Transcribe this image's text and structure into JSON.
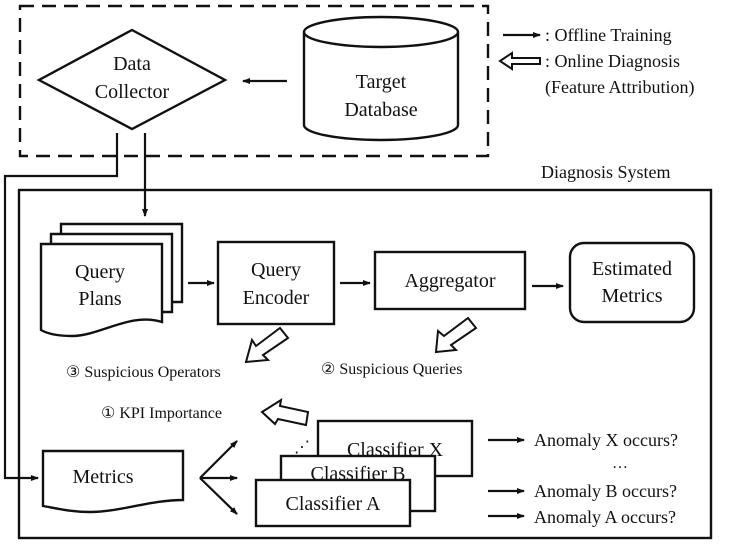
{
  "legend": {
    "offline_training": ": Offline Training",
    "online_diagnosis": ": Online Diagnosis",
    "feature_attribution": "(Feature Attribution)"
  },
  "environment": {
    "data_collector_line1": "Data",
    "data_collector_line2": "Collector",
    "target_database_line1": "Target",
    "target_database_line2": "Database"
  },
  "system": {
    "title": "Diagnosis System",
    "query_plans_line1": "Query",
    "query_plans_line2": "Plans",
    "query_encoder_line1": "Query",
    "query_encoder_line2": "Encoder",
    "aggregator": "Aggregator",
    "estimated_metrics_line1": "Estimated",
    "estimated_metrics_line2": "Metrics",
    "suspicious_operators": "③ Suspicious Operators",
    "suspicious_queries": "② Suspicious Queries",
    "kpi_importance": "① KPI Importance",
    "metrics": "Metrics",
    "classifier_x": "Classifier X",
    "classifier_b": "Classifier B",
    "classifier_a": "Classifier A",
    "ellipsis": "…",
    "anomaly_x": "Anomaly X occurs?",
    "anomaly_b": "Anomaly B occurs?",
    "anomaly_a": "Anomaly A occurs?"
  }
}
